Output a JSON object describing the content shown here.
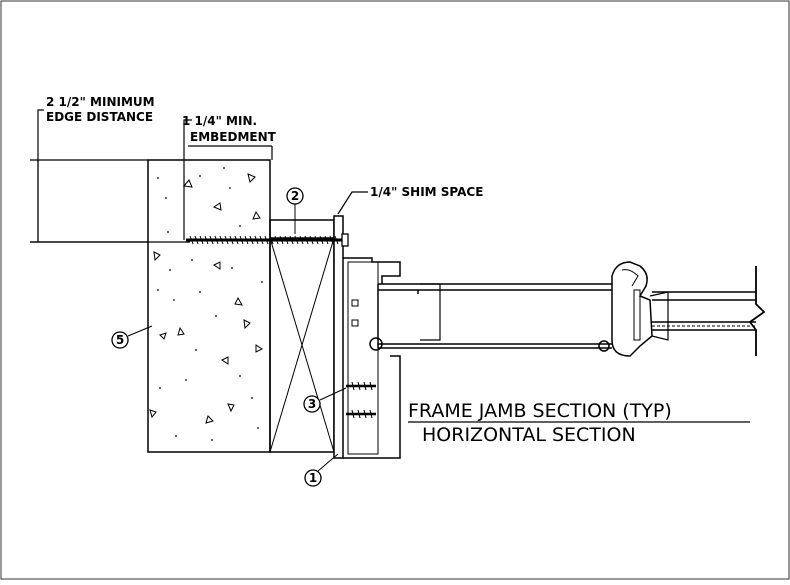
{
  "notes": {
    "edge_distance_line1": "2 1/2\" MINIMUM",
    "edge_distance_line2": "EDGE DISTANCE",
    "embedment_line1": "1 1/4\" MIN.",
    "embedment_line2": "EMBEDMENT",
    "shim_space": "1/4\" SHIM SPACE"
  },
  "title": {
    "main": "FRAME JAMB SECTION (TYP)",
    "sub": "HORIZONTAL SECTION"
  },
  "callouts": [
    "1",
    "2",
    "3",
    "5"
  ],
  "colors": {
    "line": "#000000",
    "background": "#ffffff",
    "border": "#333333"
  }
}
